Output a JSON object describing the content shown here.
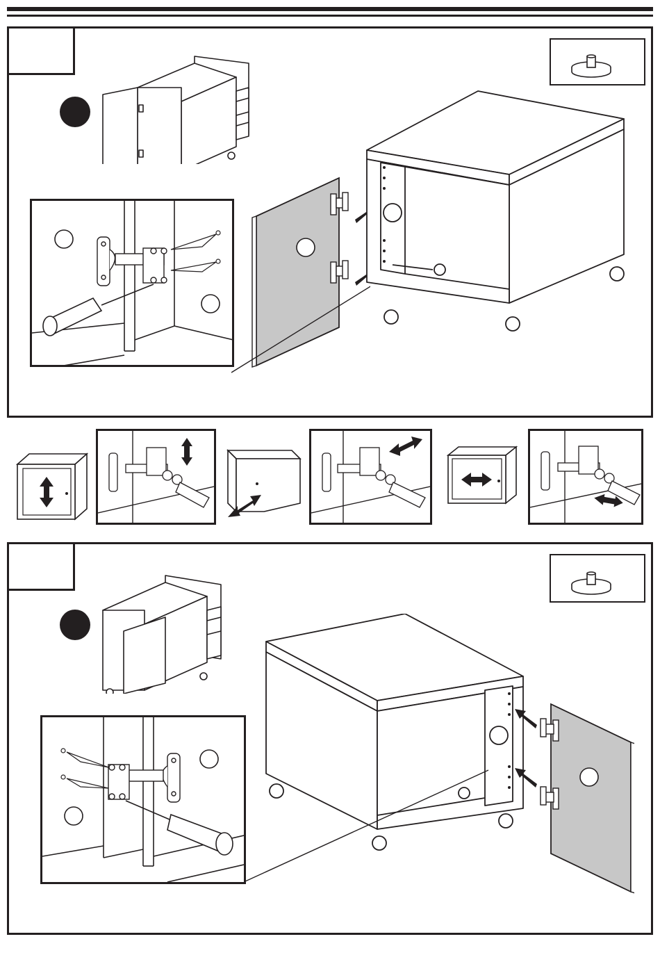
{
  "page": {
    "colors": {
      "ink": "#231f20",
      "panel_fill": "#c7c7c7",
      "paper": "#ffffff"
    }
  },
  "steps": [
    {
      "step_number": "",
      "icon": "screwdriver-hinge-icon",
      "part": "furniture-glide-icon",
      "door_side": "left"
    },
    {
      "step_number": "",
      "icon": "screwdriver-hinge-icon",
      "part": "furniture-glide-icon",
      "door_side": "right"
    }
  ],
  "adjustments": [
    {
      "icon": "vertical-adjust-arrow-icon",
      "direction": "vertical"
    },
    {
      "icon": "depth-adjust-arrow-icon",
      "direction": "depth"
    },
    {
      "icon": "horizontal-adjust-arrow-icon",
      "direction": "horizontal"
    }
  ]
}
